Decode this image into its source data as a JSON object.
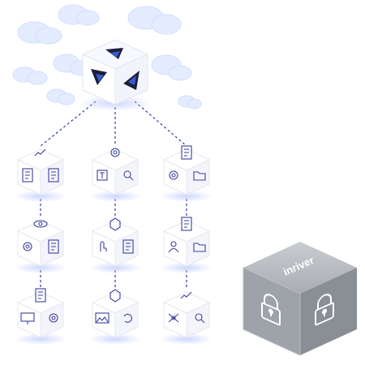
{
  "brand": {
    "label": "inriver",
    "cube_color": "#9ea3a9",
    "cube_dark": "#7f848a",
    "cube_light": "#c3c7cb"
  },
  "colors": {
    "outline": "#3b3f9a",
    "dash": "#2f3ea8",
    "glow": "#c8d2ff",
    "cloud": "#e4ecff",
    "top_cube_fill": "#1b1f3b",
    "top_cube_accent": "#3a5cc9"
  },
  "cubes": [
    {
      "id": "cube-top",
      "icons": [
        "logo-mark",
        "logo-mark",
        "logo-mark"
      ]
    },
    {
      "id": "cube-r1-c1",
      "icons": [
        "flowchart-icon",
        "document-icon",
        "form-icon"
      ]
    },
    {
      "id": "cube-r1-c2",
      "icons": [
        "gear-icon",
        "text-tool-icon",
        "image-search-icon"
      ]
    },
    {
      "id": "cube-r1-c3",
      "icons": [
        "document-icon",
        "gear-person-icon",
        "folder-icon"
      ]
    },
    {
      "id": "cube-r2-c1",
      "icons": [
        "eye-icon",
        "gear-cluster-icon",
        "pencil-document-icon"
      ]
    },
    {
      "id": "cube-r2-c2",
      "icons": [
        "package-icon",
        "hand-pointer-icon",
        "document-icon"
      ]
    },
    {
      "id": "cube-r2-c3",
      "icons": [
        "document-icon",
        "user-icon",
        "folder-icon"
      ]
    },
    {
      "id": "cube-r3-c1",
      "icons": [
        "document-icon",
        "monitor-icon",
        "gear-icon"
      ]
    },
    {
      "id": "cube-r3-c2",
      "icons": [
        "upload-box-icon",
        "image-icon",
        "refresh-icon"
      ]
    },
    {
      "id": "cube-r3-c3",
      "icons": [
        "trend-chart-icon",
        "network-icon",
        "search-icon"
      ]
    }
  ],
  "locks": [
    "lock-icon",
    "lock-icon"
  ]
}
